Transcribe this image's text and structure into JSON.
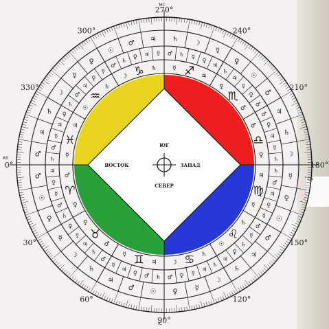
{
  "labels": {
    "mc": "MC",
    "ic": "IC",
    "as": "AS",
    "ds": "DS",
    "south": "ЮГ",
    "east": "ВОСТОК",
    "west": "ЗАПАД",
    "north": "СЕВЕР"
  },
  "degrees": [
    {
      "value": 0,
      "text": "0°"
    },
    {
      "value": 30,
      "text": "30°"
    },
    {
      "value": 60,
      "text": "60°"
    },
    {
      "value": 90,
      "text": "90°"
    },
    {
      "value": 120,
      "text": "120°"
    },
    {
      "value": 150,
      "text": "150°"
    },
    {
      "value": 180,
      "text": "180°"
    },
    {
      "value": 210,
      "text": "210°"
    },
    {
      "value": 240,
      "text": "240°"
    },
    {
      "value": 270,
      "text": "270°"
    },
    {
      "value": 300,
      "text": "300°"
    },
    {
      "value": 330,
      "text": "330°"
    }
  ],
  "zodiac": [
    {
      "name": "aries",
      "glyph": "♈"
    },
    {
      "name": "taurus",
      "glyph": "♉"
    },
    {
      "name": "gemini",
      "glyph": "♊"
    },
    {
      "name": "cancer",
      "glyph": "♋"
    },
    {
      "name": "leo",
      "glyph": "♌"
    },
    {
      "name": "virgo",
      "glyph": "♍"
    },
    {
      "name": "libra",
      "glyph": "♎"
    },
    {
      "name": "scorpio",
      "glyph": "♏"
    },
    {
      "name": "sagittarius",
      "glyph": "♐"
    },
    {
      "name": "capricorn",
      "glyph": "♑"
    },
    {
      "name": "aquarius",
      "glyph": "♒"
    },
    {
      "name": "pisces",
      "glyph": "♓"
    }
  ],
  "rulers": [
    "♂",
    "♀",
    "☿",
    "☽",
    "☉",
    "☿",
    "♀",
    "♂",
    "♃",
    "♄",
    "♄",
    "♃"
  ],
  "decans": [
    [
      "♂",
      "☉",
      "♀"
    ],
    [
      "☿",
      "☽",
      "♄"
    ],
    [
      "♃",
      "♂",
      "☉"
    ],
    [
      "♀",
      "☿",
      "☽"
    ],
    [
      "♄",
      "♃",
      "♂"
    ],
    [
      "☉",
      "♀",
      "☿"
    ],
    [
      "☽",
      "♄",
      "♃"
    ],
    [
      "♂",
      "☉",
      "♀"
    ],
    [
      "☿",
      "☽",
      "♄"
    ],
    [
      "♃",
      "♂",
      "☉"
    ],
    [
      "♀",
      "☿",
      "☽"
    ],
    [
      "♄",
      "♃",
      "♂"
    ]
  ],
  "terms": [
    [
      "♃",
      "♀",
      "☿",
      "♂",
      "♄"
    ],
    [
      "♀",
      "☿",
      "♃",
      "♄",
      "♂"
    ],
    [
      "☿",
      "♃",
      "♀",
      "♂",
      "♄"
    ],
    [
      "♂",
      "♀",
      "☿",
      "♃",
      "♄"
    ],
    [
      "♃",
      "♀",
      "♄",
      "☿",
      "♂"
    ],
    [
      "☿",
      "♀",
      "♃",
      "♂",
      "♄"
    ],
    [
      "♄",
      "☿",
      "♃",
      "♀",
      "♂"
    ],
    [
      "♂",
      "♀",
      "☿",
      "♃",
      "♄"
    ],
    [
      "♃",
      "♀",
      "☿",
      "♄",
      "♂"
    ],
    [
      "☿",
      "♃",
      "♀",
      "♄",
      "♂"
    ],
    [
      "☿",
      "♀",
      "♃",
      "♂",
      "♄"
    ],
    [
      "♀",
      "♃",
      "☿",
      "♂",
      "♄"
    ]
  ],
  "quadrants": [
    {
      "name": "east-north",
      "color": "#27a039"
    },
    {
      "name": "north-west",
      "color": "#2439d8"
    },
    {
      "name": "west-south",
      "color": "#ef1d1d"
    },
    {
      "name": "south-east",
      "color": "#e9d51d"
    }
  ]
}
